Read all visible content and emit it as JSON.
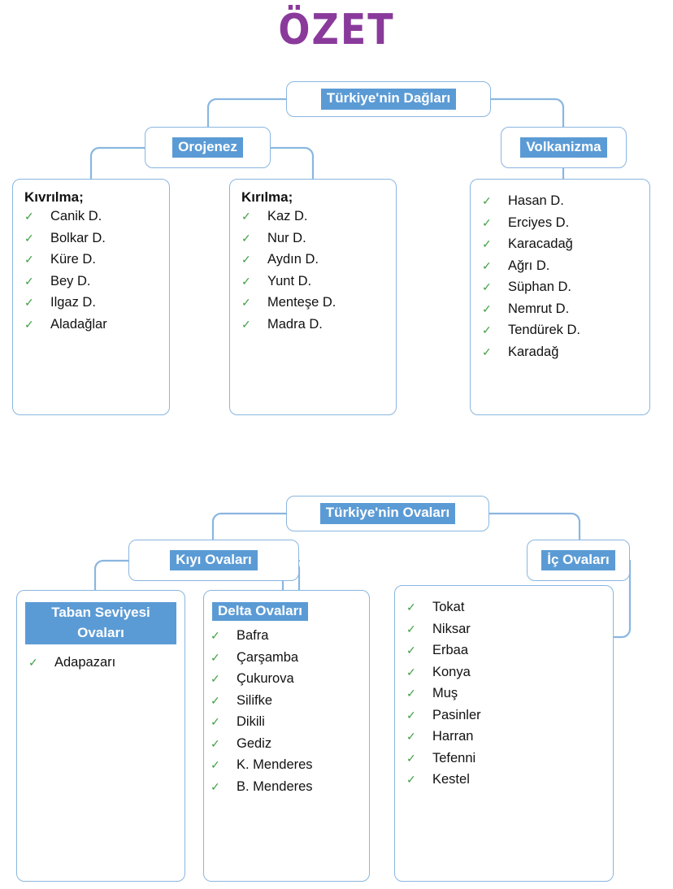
{
  "title": "ÖZET",
  "colors": {
    "title": "#8A3A9B",
    "highlight": "#5B9BD5",
    "box_border": "#8AB6E0",
    "check": "#43A047",
    "text": "#111111"
  },
  "icons": {
    "check": "✓"
  },
  "diagram1": {
    "root": {
      "label": "Türkiye'nin Dağları"
    },
    "branch_left": {
      "label": "Orojenez"
    },
    "branch_right": {
      "label": "Volkanizma"
    },
    "leaf_kivrilma": {
      "title": "Kıvrılma;",
      "items": [
        "Canik D.",
        "Bolkar D.",
        "Küre D.",
        "Bey D.",
        "Ilgaz D.",
        "Aladağlar"
      ]
    },
    "leaf_kirilma": {
      "title": "Kırılma;",
      "items": [
        "Kaz D.",
        "Nur D.",
        "Aydın D.",
        "Yunt D.",
        "Menteşe D.",
        "Madra D."
      ]
    },
    "leaf_volkanizma": {
      "title": "",
      "items": [
        "Hasan D.",
        "Erciyes D.",
        "Karacadağ",
        "Ağrı D.",
        "Süphan D.",
        "Nemrut D.",
        "Tendürek D.",
        "Karadağ"
      ]
    }
  },
  "diagram2": {
    "root": {
      "label": "Türkiye'nin Ovaları"
    },
    "branch_left": {
      "label": "Kıyı Ovaları"
    },
    "branch_right": {
      "label": "İç Ovaları"
    },
    "leaf_taban": {
      "title": "Taban Seviyesi Ovaları",
      "items": [
        "Adapazarı"
      ]
    },
    "leaf_delta": {
      "title": "Delta Ovaları",
      "items": [
        "Bafra",
        "Çarşamba",
        "Çukurova",
        "Silifke",
        "Dikili",
        "Gediz",
        "K. Menderes",
        "B. Menderes"
      ]
    },
    "leaf_ic": {
      "title": "",
      "items": [
        "Tokat",
        "Niksar",
        "Erbaa",
        "Konya",
        "Muş",
        "Pasinler",
        "Harran",
        "Tefenni",
        "Kestel"
      ]
    }
  }
}
